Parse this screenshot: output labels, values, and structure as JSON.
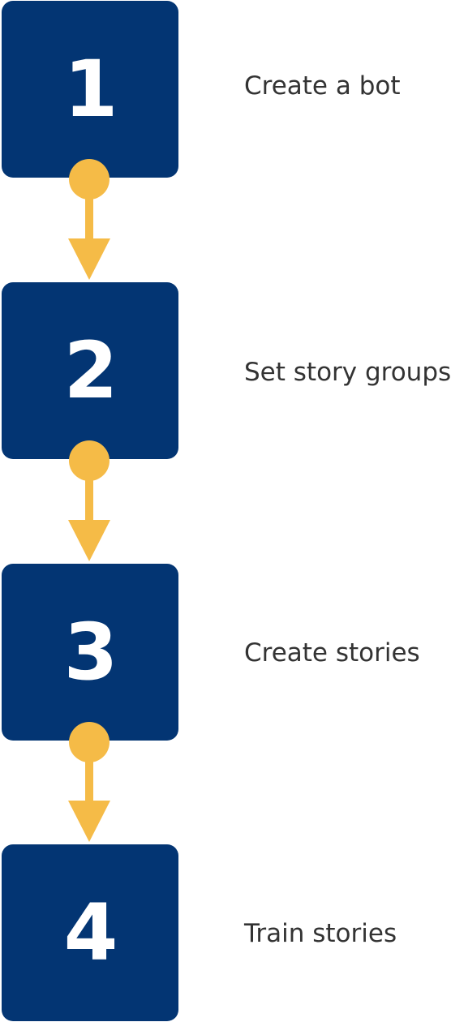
{
  "colors": {
    "box": "#033573",
    "connector": "#F5BB47",
    "label": "#333333",
    "number": "#FFFFFF"
  },
  "steps": [
    {
      "number": "1",
      "label": "Create a bot"
    },
    {
      "number": "2",
      "label": "Set story groups"
    },
    {
      "number": "3",
      "label": "Create stories"
    },
    {
      "number": "4",
      "label": "Train stories"
    }
  ]
}
